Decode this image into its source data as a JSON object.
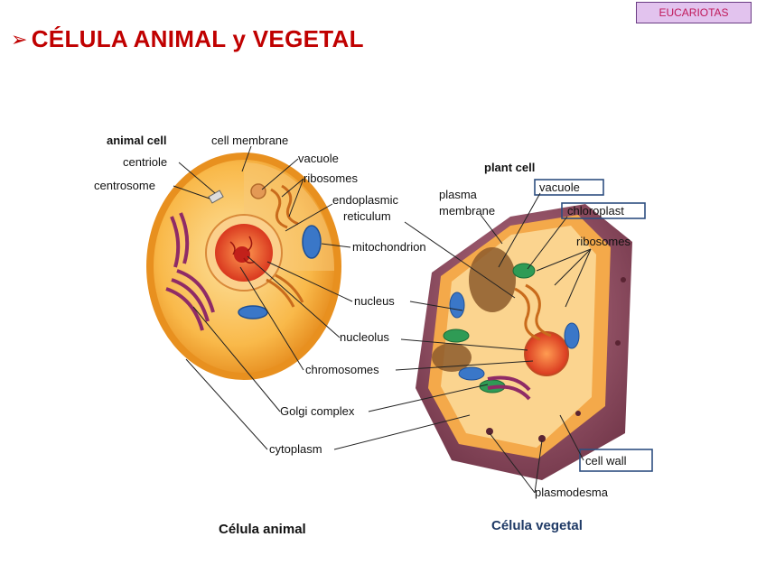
{
  "badge": "EUCARIOTAS",
  "title": "CÉLULA ANIMAL y VEGETAL",
  "arrow_glyph": "➢",
  "animal": {
    "heading": "animal cell",
    "labels": {
      "cell_membrane": "cell membrane",
      "centriole": "centriole",
      "centrosome": "centrosome",
      "vacuole": "vacuole",
      "ribosomes": "ribosomes",
      "er_line1": "endoplasmic",
      "er_line2": "reticulum",
      "mitochondrion": "mitochondrion",
      "nucleus": "nucleus",
      "nucleolus": "nucleolus",
      "chromosomes": "chromosomes",
      "golgi": "Golgi complex",
      "cytoplasm": "cytoplasm"
    },
    "caption": "Célula animal"
  },
  "plant": {
    "heading": "plant cell",
    "labels": {
      "plasma1": "plasma",
      "plasma2": "membrane",
      "vacuole": "vacuole",
      "chloroplast": "chloroplast",
      "ribosomes": "ribosomes",
      "cell_wall": "cell wall",
      "plasmodesma": "plasmodesma"
    },
    "caption": "Célula vegetal"
  },
  "colors": {
    "title": "#c00000",
    "badge_bg": "#e2c3ee",
    "badge_text": "#c0195a",
    "box_border": "#2e4f80",
    "cytoplasm": "#f9b94a",
    "nucleus": "#e8563a",
    "wall": "#8b4a5e",
    "mitochondria": "#3a77c8",
    "chloroplast": "#2f9b55"
  }
}
